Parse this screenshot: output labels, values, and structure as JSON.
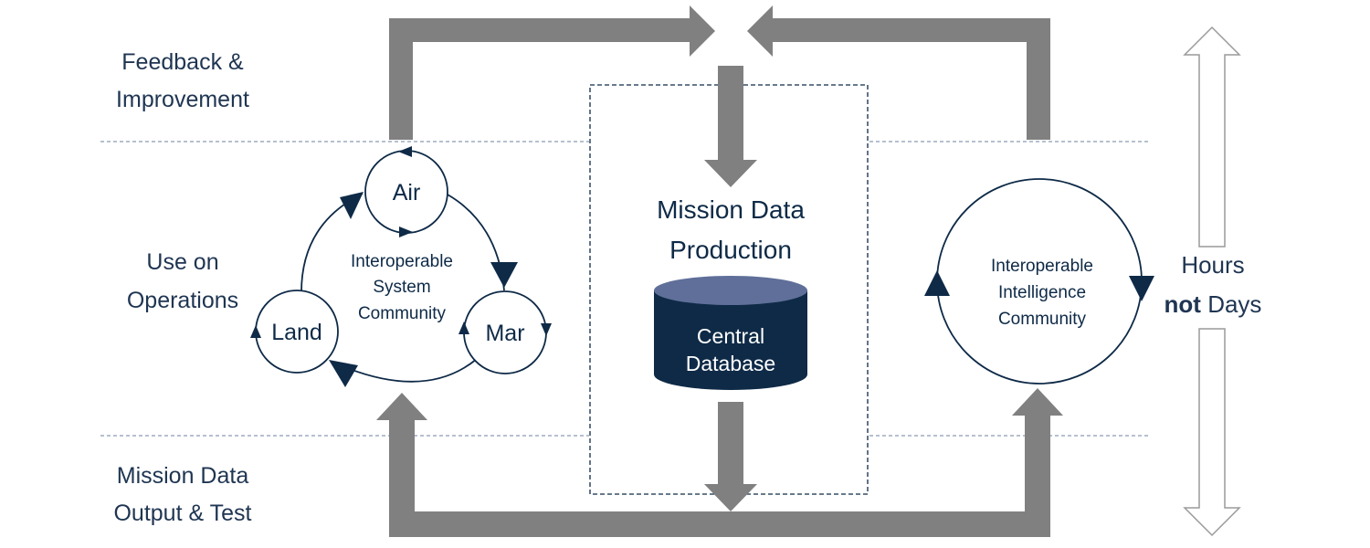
{
  "rows": {
    "top": {
      "line1": "Feedback &",
      "line2": "Improvement"
    },
    "middle": {
      "line1": "Use on",
      "line2": "Operations"
    },
    "bottom": {
      "line1": "Mission Data",
      "line2": "Output & Test"
    }
  },
  "system_community": {
    "nodes": {
      "air": "Air",
      "mar": "Mar",
      "land": "Land"
    },
    "label": {
      "line1": "Interoperable",
      "line2": "System",
      "line3": "Community"
    }
  },
  "production": {
    "title_line1": "Mission Data",
    "title_line2": "Production",
    "database": {
      "line1": "Central",
      "line2": "Database"
    }
  },
  "intelligence_community": {
    "label": {
      "line1": "Interoperable",
      "line2": "Intelligence",
      "line3": "Community"
    }
  },
  "timing": {
    "line1": "Hours",
    "emphasis": "not",
    "rest": " Days"
  },
  "colors": {
    "flow_arrow": "#808080",
    "navy": "#0e2a47",
    "database_top": "#5f6f99",
    "divider": "#8a9bb5"
  }
}
